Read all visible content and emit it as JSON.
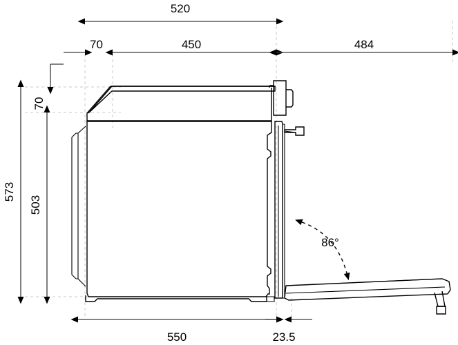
{
  "drawing": {
    "title": "Built-in oven side section with open door",
    "units": "mm",
    "dimensions": {
      "top_overall": "520",
      "top_left_offset": "70",
      "top_inner": "450",
      "door_swing_depth": "484",
      "height_overall": "573",
      "height_niche": "503",
      "top_gap": "70",
      "bottom_body": "550",
      "bottom_door_thickness": "23.5",
      "door_angle": "86°"
    }
  },
  "labels": {
    "d520": "520",
    "d70_top": "70",
    "d450": "450",
    "d484": "484",
    "d573": "573",
    "d503": "503",
    "d70_left": "70",
    "d550": "550",
    "d235": "23.5",
    "angle86": "86°"
  },
  "colors": {
    "outline": "#000000",
    "dimension_line": "#3a3a3a",
    "construction_line": "#c8c8c8",
    "background": "#ffffff"
  }
}
